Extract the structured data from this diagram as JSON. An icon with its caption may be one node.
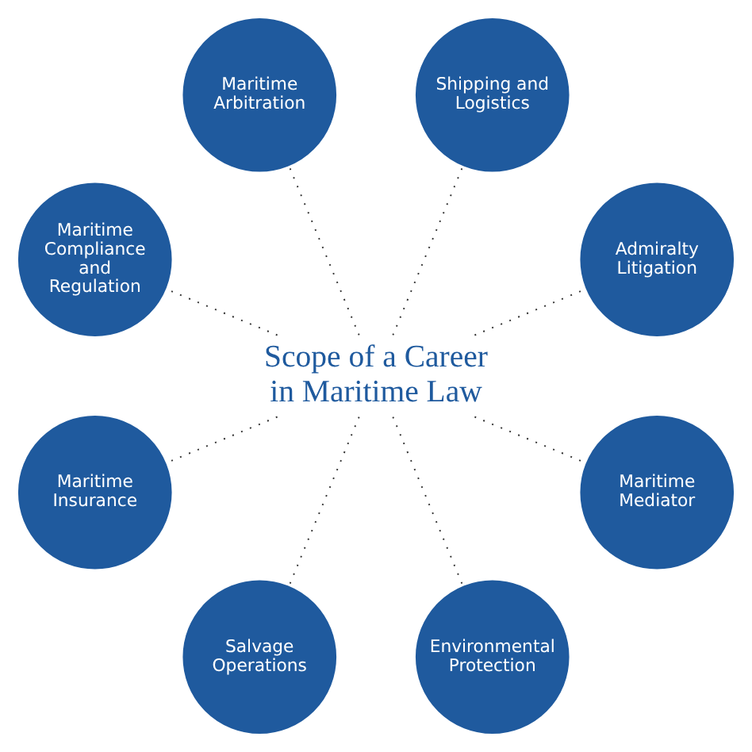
{
  "diagram": {
    "nodes": [
      {
        "text": [
          "Scope of a Career in Maritime Law"
        ]
      },
      {
        "text": [
          "Admiralty Litigation"
        ]
      },
      {
        "text": [
          "Shipping and Logistics"
        ]
      },
      {
        "text": [
          "Maritime Arbitration"
        ]
      },
      {
        "text": [
          "Maritime Compliance and Regulation"
        ]
      },
      {
        "text": [
          "Maritime Insurance"
        ]
      },
      {
        "text": [
          "Salvage Operations"
        ]
      },
      {
        "text": [
          "Environmental Protection"
        ]
      },
      {
        "text": [
          "Maritime Mediator"
        ]
      }
    ],
    "edges": [
      {
        "from": 0,
        "to": 1,
        "arrow": "none"
      },
      {
        "from": 0,
        "to": 2,
        "arrow": "none"
      },
      {
        "from": 0,
        "to": 3,
        "arrow": "none"
      },
      {
        "from": 0,
        "to": 4,
        "arrow": "none"
      },
      {
        "from": 0,
        "to": 5,
        "arrow": "none"
      },
      {
        "from": 0,
        "to": 6,
        "arrow": "none"
      },
      {
        "from": 0,
        "to": 7,
        "arrow": "none"
      },
      {
        "from": 0,
        "to": 8,
        "arrow": "none"
      }
    ]
  }
}
